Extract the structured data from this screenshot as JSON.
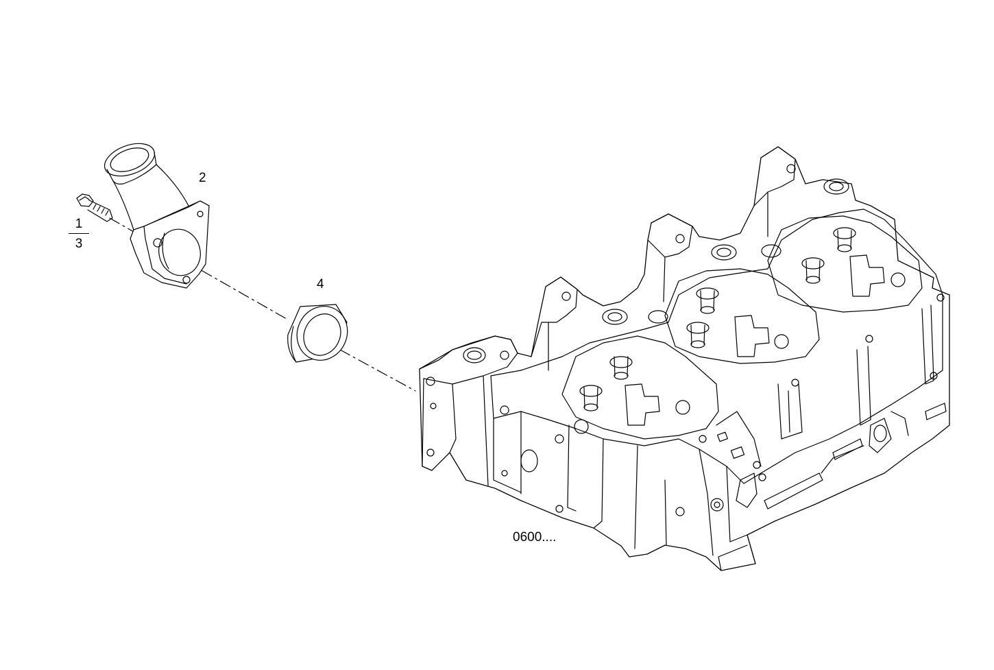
{
  "callouts": {
    "part_2": "2",
    "part_4": "4",
    "fraction_top": "1",
    "fraction_bottom": "3",
    "assembly_ref": "0600...."
  }
}
